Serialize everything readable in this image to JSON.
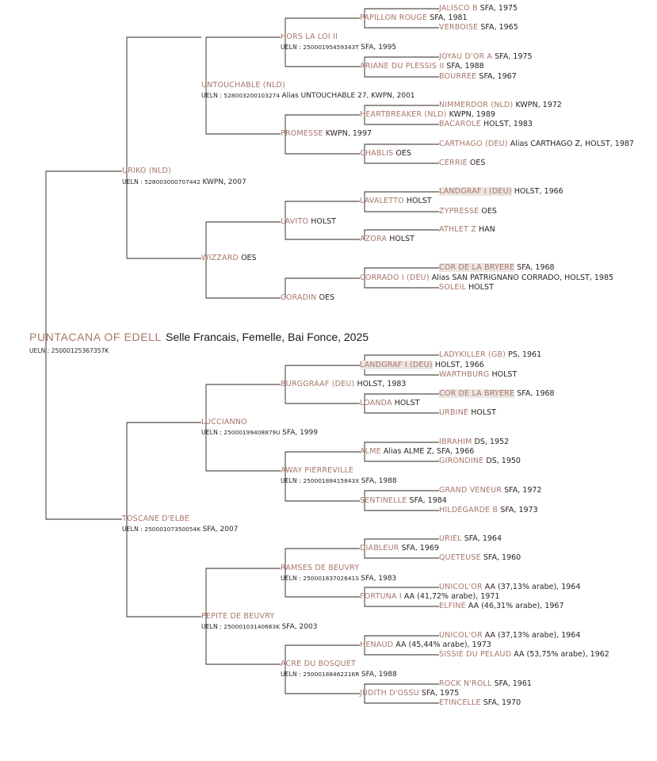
{
  "root": {
    "name": "PUNTACANA OF EDELL",
    "details": "Selle Francais, Femelle, Bai Fonce, 2025",
    "ueln_label": "UELN :",
    "ueln": "25000125367357K"
  },
  "sire": {
    "name": "URIKO (NLD)",
    "ueln_label": "UELN :",
    "ueln": "528003000707442",
    "ueln_extra": "KWPN, 2007",
    "sire": {
      "name": "UNTOUCHABLE (NLD)",
      "ueln_label": "UELN :",
      "ueln": "528003200103274",
      "ueln_extra": "Alias UNTOUCHABLE 27, KWPN, 2001",
      "sire": {
        "name": "HORS LA LOI II",
        "ueln_label": "UELN :",
        "ueln": "25000195459343T",
        "ueln_extra": "SFA, 1995",
        "sire": {
          "name": "PAPILLON ROUGE",
          "details": "SFA, 1981",
          "sire": {
            "name": "JALISCO B",
            "details": "SFA, 1975"
          },
          "dam": {
            "name": "VERBOISE",
            "details": "SFA, 1965"
          }
        },
        "dam": {
          "name": "ARIANE DU PLESSIS II",
          "details": "SFA, 1988",
          "sire": {
            "name": "JOYAU D'OR A",
            "details": "SFA, 1975"
          },
          "dam": {
            "name": "BOURREE",
            "details": "SFA, 1967"
          }
        }
      },
      "dam": {
        "name": "PROMESSE",
        "details": "KWPN, 1997",
        "sire": {
          "name": "HEARTBREAKER (NLD)",
          "details": "KWPN, 1989",
          "sire": {
            "name": "NIMMERDOR (NLD)",
            "details": "KWPN, 1972"
          },
          "dam": {
            "name": "BACAROLE",
            "details": "HOLST, 1983"
          }
        },
        "dam": {
          "name": "CHABLIS",
          "details": "OES",
          "sire": {
            "name": "CARTHAGO (DEU)",
            "details": "Alias CARTHAGO Z, HOLST, 1987"
          },
          "dam": {
            "name": "CERRIE",
            "details": "OES"
          }
        }
      }
    },
    "dam": {
      "name": "WIZZARD",
      "details": "OES",
      "sire": {
        "name": "LAVITO",
        "details": "HOLST",
        "sire": {
          "name": "LAVALETTO",
          "details": "HOLST",
          "sire": {
            "name": "LANDGRAF I (DEU)",
            "details": "HOLST, 1966",
            "highlight": true
          },
          "dam": {
            "name": "ZYPRESSE",
            "details": "OES"
          }
        },
        "dam": {
          "name": "AZORA",
          "details": "HOLST",
          "sire": {
            "name": "ATHLET Z",
            "details": "HAN"
          },
          "dam": null
        }
      },
      "dam": {
        "name": "CORADIN",
        "details": "OES",
        "sire": {
          "name": "CORRADO I (DEU)",
          "details": "Alias SAN PATRIGNANO CORRADO, HOLST, 1985",
          "sire": {
            "name": "COR DE LA BRYERE",
            "details": "SFA, 1968",
            "highlight": true
          },
          "dam": {
            "name": "SOLEIL",
            "details": "HOLST"
          }
        },
        "dam": null
      }
    }
  },
  "dam": {
    "name": "TOSCANE D'ELBE",
    "ueln_label": "UELN :",
    "ueln": "25000107350054K",
    "ueln_extra": "SFA, 2007",
    "sire": {
      "name": "LUCCIANNO",
      "ueln_label": "UELN :",
      "ueln": "25000199408879U",
      "ueln_extra": "SFA, 1999",
      "sire": {
        "name": "BURGGRAAF (DEU)",
        "details": "HOLST, 1983",
        "sire": {
          "name": "LANDGRAF I (DEU)",
          "details": "HOLST, 1966",
          "highlight": true,
          "sire": {
            "name": "LADYKILLER (GB)",
            "details": "PS, 1961"
          },
          "dam": {
            "name": "WARTHBURG",
            "details": "HOLST"
          }
        },
        "dam": {
          "name": "LOANDA",
          "details": "HOLST",
          "sire": {
            "name": "COR DE LA BRYERE",
            "details": "SFA, 1968",
            "highlight": true
          },
          "dam": {
            "name": "URBINE",
            "details": "HOLST"
          }
        }
      },
      "dam": {
        "name": "AWAY PIERREVILLE",
        "ueln_label": "UELN :",
        "ueln": "25000188415843X",
        "ueln_extra": "SFA, 1988",
        "sire": {
          "name": "ALME",
          "details": "Alias ALME Z, SFA, 1966",
          "sire": {
            "name": "IBRAHIM",
            "details": "DS, 1952"
          },
          "dam": {
            "name": "GIRONDINE",
            "details": "DS, 1950"
          }
        },
        "dam": {
          "name": "SENTINELLE",
          "details": "SFA, 1984",
          "sire": {
            "name": "GRAND VENEUR",
            "details": "SFA, 1972"
          },
          "dam": {
            "name": "HILDEGARDE B",
            "details": "SFA, 1973"
          }
        }
      }
    },
    "dam": {
      "name": "PEPITE DE BEUVRY",
      "ueln_label": "UELN :",
      "ueln": "25000103140663K",
      "ueln_extra": "SFA, 2003",
      "sire": {
        "name": "RAMSES DE BEUVRY",
        "ueln_label": "UELN :",
        "ueln": "25000183702641S",
        "ueln_extra": "SFA, 1983",
        "sire": {
          "name": "DIABLEUR",
          "details": "SFA, 1969",
          "sire": {
            "name": "URIEL",
            "details": "SFA, 1964"
          },
          "dam": {
            "name": "QUETEUSE",
            "details": "SFA, 1960"
          }
        },
        "dam": {
          "name": "FORTUNA I",
          "details": "AA (41,72% arabe), 1971",
          "sire": {
            "name": "UNICOL'OR",
            "details": "AA (37,13% arabe), 1964"
          },
          "dam": {
            "name": "ELFINE",
            "details": "AA (46,31% arabe), 1967"
          }
        }
      },
      "dam": {
        "name": "ACRE DU BOSQUET",
        "ueln_label": "UELN :",
        "ueln": "25000188462216R",
        "ueln_extra": "SFA, 1988",
        "sire": {
          "name": "HENAUD",
          "details": "AA (45,44% arabe), 1973",
          "sire": {
            "name": "UNICOL'OR",
            "details": "AA (37,13% arabe), 1964"
          },
          "dam": {
            "name": "SISSIE DU PELAUD",
            "details": "AA (53,75% arabe), 1962"
          }
        },
        "dam": {
          "name": "JUDITH D'OSSU",
          "details": "SFA, 1975",
          "sire": {
            "name": "ROCK N'ROLL",
            "details": "SFA, 1961"
          },
          "dam": {
            "name": "ETINCELLE",
            "details": "SFA, 1970"
          }
        }
      }
    }
  }
}
